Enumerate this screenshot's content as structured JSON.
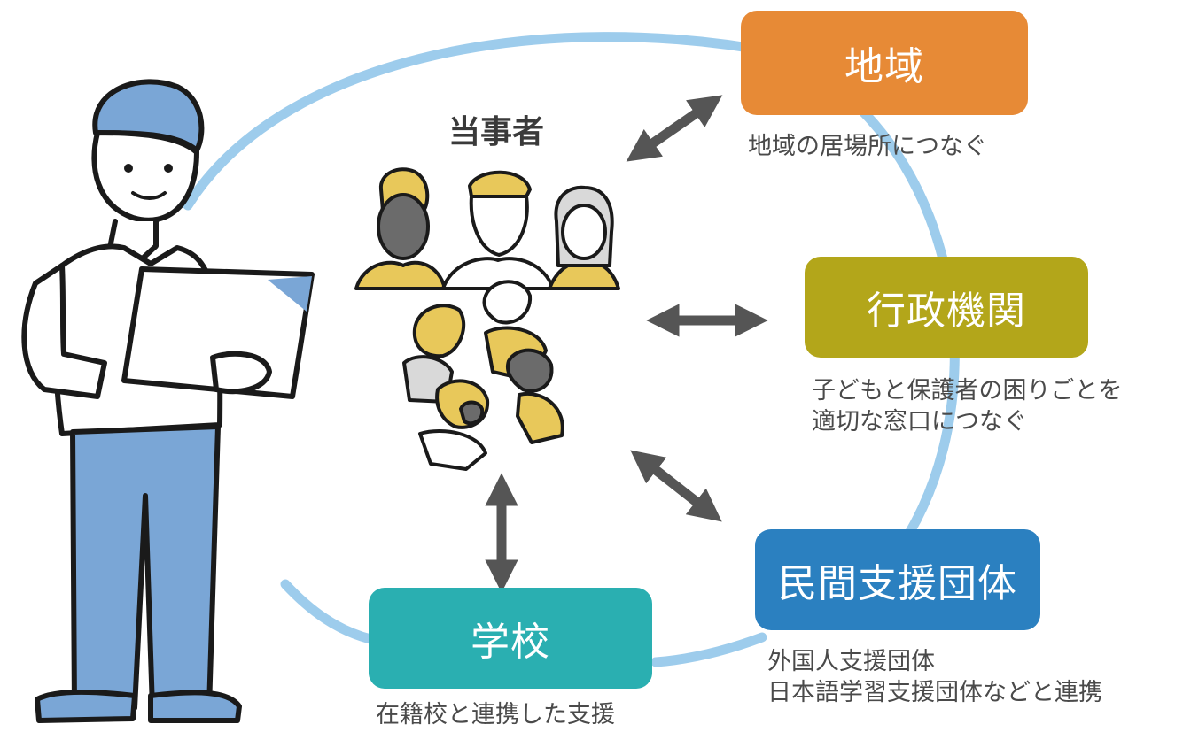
{
  "center": {
    "title": "当事者"
  },
  "nodes": {
    "region": {
      "label": "地域",
      "caption": "地域の居場所につなぐ",
      "color": "#E78A36"
    },
    "gov": {
      "label": "行政機関",
      "caption_lines": [
        "子どもと保護者の困りごとを",
        "適切な窓口につなぐ"
      ],
      "color": "#B3A61A"
    },
    "npo": {
      "label": "民間支援団体",
      "caption_lines": [
        "外国人支援団体",
        "日本語学習支援団体などと連携"
      ],
      "color": "#2B80C0"
    },
    "school": {
      "label": "学校",
      "caption": "在籍校と連携した支援",
      "color": "#2AAFB1"
    }
  },
  "colors": {
    "ring": "#9DCCEC",
    "arrow": "#555555",
    "accent_yellow": "#E8C85A",
    "accent_blue": "#7AA6D6"
  }
}
